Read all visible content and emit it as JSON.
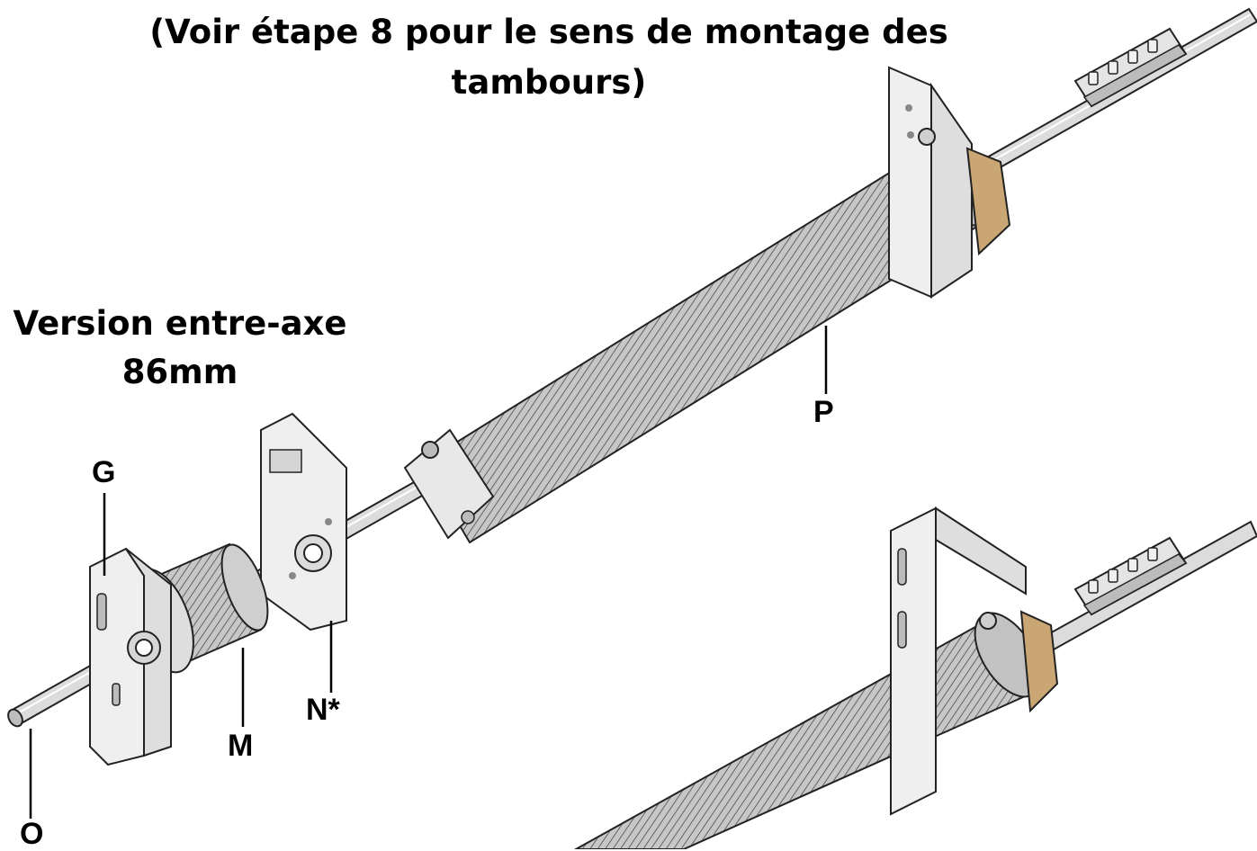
{
  "title": {
    "line1": "(Voir étape 8 pour le sens de montage des",
    "line2": "tambours)"
  },
  "version_label": {
    "line1": "Version entre-axe",
    "line2": "86mm"
  },
  "callouts": {
    "G": "G",
    "M": "M",
    "N": "N*",
    "O": "O",
    "P": "P"
  },
  "colors": {
    "ink": "#000000",
    "shaft": "#d9d9d9",
    "spring": "#b8b8b8",
    "bracket": "#eeeeee",
    "cone_tan": "#c9a673"
  }
}
